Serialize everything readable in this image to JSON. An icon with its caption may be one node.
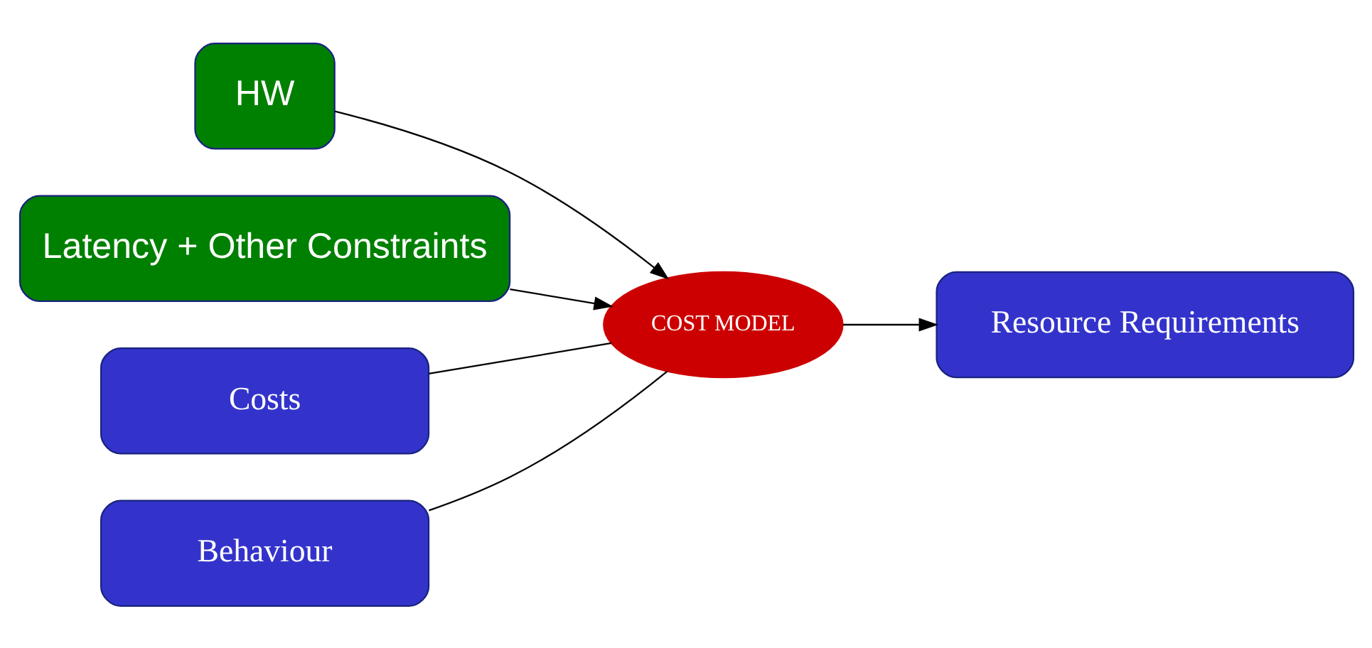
{
  "diagram": {
    "nodes": [
      {
        "text": [
          "HW"
        ]
      },
      {
        "text": [
          "Latency + Other Constraints"
        ]
      },
      {
        "text": [
          "Costs"
        ]
      },
      {
        "text": [
          "Behaviour"
        ]
      },
      {
        "text": [
          "COST MODEL"
        ]
      },
      {
        "text": [
          "Resource Requirements"
        ]
      }
    ],
    "edges": [
      {
        "from": 0,
        "to": 4,
        "arrow": "to"
      },
      {
        "from": 1,
        "to": 4,
        "arrow": "to"
      },
      {
        "from": 2,
        "to": 4,
        "arrow": "none"
      },
      {
        "from": 3,
        "to": 4,
        "arrow": "none"
      },
      {
        "from": 4,
        "to": 5,
        "arrow": "to"
      }
    ]
  }
}
